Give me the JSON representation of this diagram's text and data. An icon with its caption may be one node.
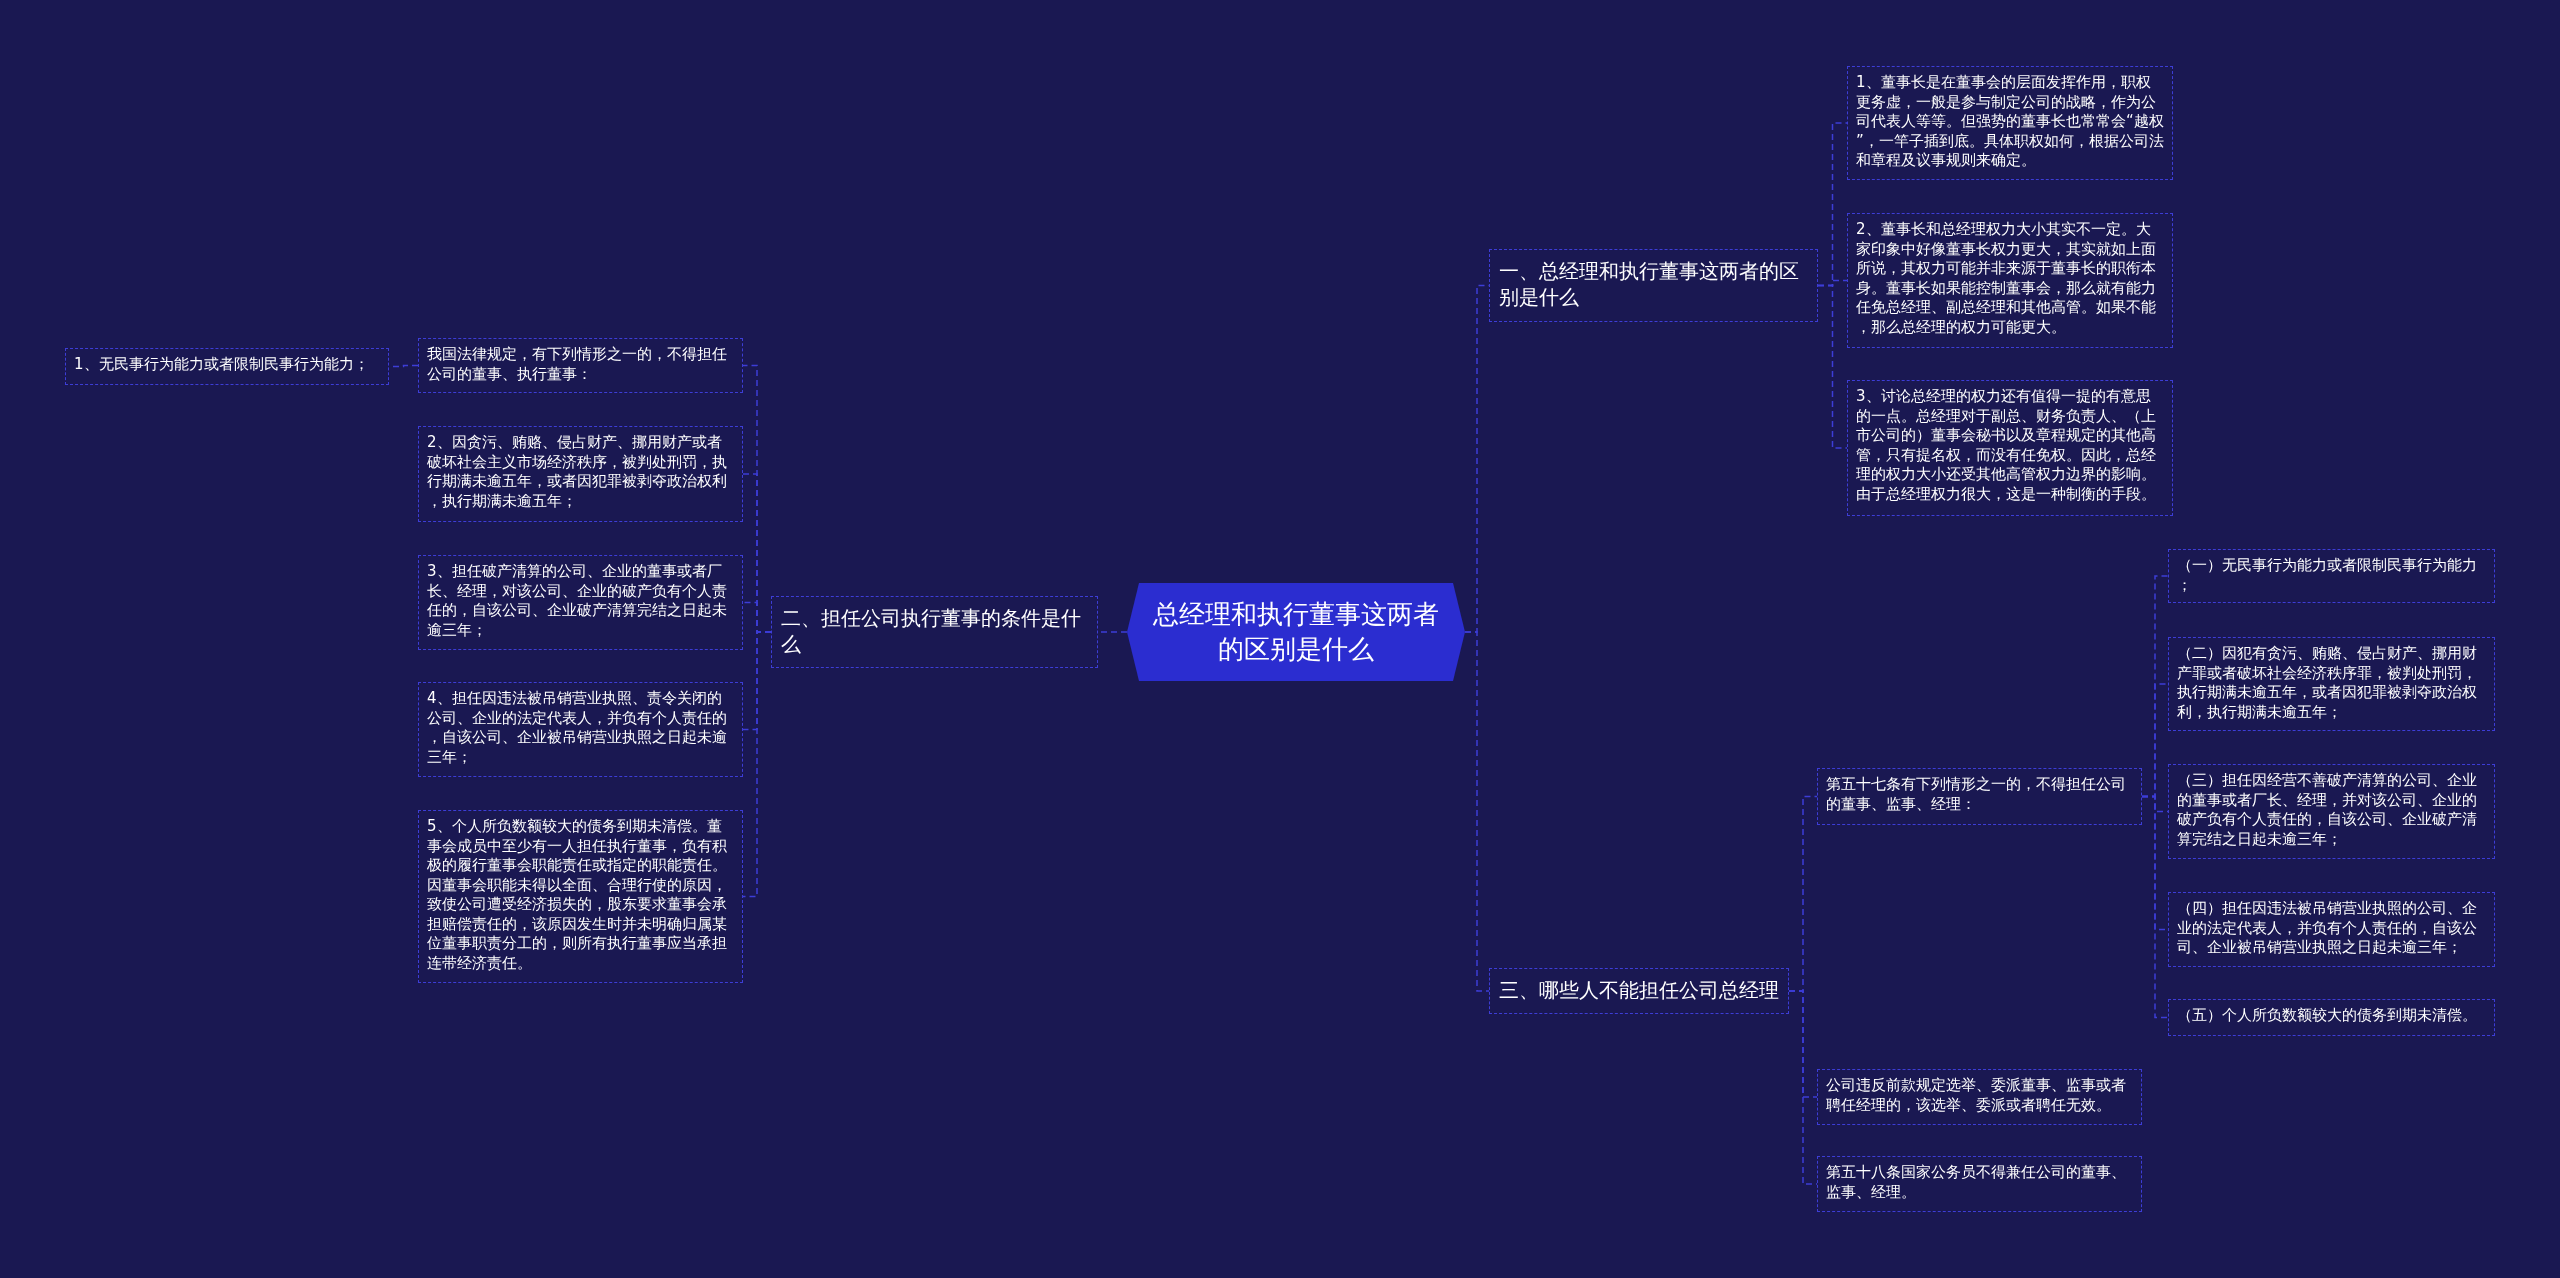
{
  "diagram": {
    "nodes": [
      {
        "text": [
          "总经理和执行董事这两者的区别是什么"
        ]
      },
      {
        "text": [
          "一、总经理和执行董事这两者的区别是什么"
        ]
      },
      {
        "text": [
          "1、董事长是在董事会的层面发挥作用，职权更务虚，一般是参与制定公司的战略，作为公司代表人等等。但强势的董事长也常常会“越权”，一竿子插到底。具体职权如何，根据公司法和章程及议事规则来确定。"
        ]
      },
      {
        "text": [
          "2、董事长和总经理权力大小其实不一定。大家印象中好像董事长权力更大，其实就如上面所说，其权力可能并非来源于董事长的职衔本身。董事长如果能控制董事会，那么就有能力任免总经理、副总经理和其他高管。如果不能，那么总经理的权力可能更大。"
        ]
      },
      {
        "text": [
          "3、讨论总经理的权力还有值得一提的有意思的一点。总经理对于副总、财务负责人、（上市公司的）董事会秘书以及章程规定的其他高管，只有提名权，而没有任免权。因此，总经理的权力大小还受其他高管权力边界的影响。由于总经理权力很大，这是一种制衡的手段。"
        ]
      },
      {
        "text": [
          "二、担任公司执行董事的条件是什么"
        ]
      },
      {
        "text": [
          "我国法律规定，有下列情形之一的，不得担任公司的董事、执行董事："
        ]
      },
      {
        "text": [
          "1、无民事行为能力或者限制民事行为能力；"
        ]
      },
      {
        "text": [
          "2、因贪污、贿赂、侵占财产、挪用财产或者破坏社会主义市场经济秩序，被判处刑罚，执行期满未逾五年，或者因犯罪被剥夺政治权利，执行期满未逾五年；"
        ]
      },
      {
        "text": [
          "3、担任破产清算的公司、企业的董事或者厂长、经理，对该公司、企业的破产负有个人责任的，自该公司、企业破产清算完结之日起未逾三年；"
        ]
      },
      {
        "text": [
          "4、担任因违法被吊销营业执照、责令关闭的公司、企业的法定代表人，并负有个人责任的，自该公司、企业被吊销营业执照之日起未逾三年；"
        ]
      },
      {
        "text": [
          "5、个人所负数额较大的债务到期未清偿。董事会成员中至少有一人担任执行董事，负有积极的履行董事会职能责任或指定的职能责任。因董事会职能未得以全面、合理行使的原因，致使公司遭受经济损失的，股东要求董事会承担赔偿责任的，该原因发生时并未明确归属某位董事职责分工的，则所有执行董事应当承担连带经济责任。"
        ]
      },
      {
        "text": [
          "三、哪些人不能担任公司总经理"
        ]
      },
      {
        "text": [
          "第五十七条有下列情形之一的，不得担任公司的董事、监事、经理："
        ]
      },
      {
        "text": [
          "（一）无民事行为能力或者限制民事行为能力；"
        ]
      },
      {
        "text": [
          "（二）因犯有贪污、贿赂、侵占财产、挪用财产罪或者破坏社会经济秩序罪，被判处刑罚，执行期满未逾五年，或者因犯罪被剥夺政治权利，执行期满未逾五年；"
        ]
      },
      {
        "text": [
          "（三）担任因经营不善破产清算的公司、企业的董事或者厂长、经理，并对该公司、企业的破产负有个人责任的，自该公司、企业破产清算完结之日起未逾三年；"
        ]
      },
      {
        "text": [
          "（四）担任因违法被吊销营业执照的公司、企业的法定代表人，并负有个人责任的，自该公司、企业被吊销营业执照之日起未逾三年；"
        ]
      },
      {
        "text": [
          "（五）个人所负数额较大的债务到期未清偿。"
        ]
      },
      {
        "text": [
          "公司违反前款规定选举、委派董事、监事或者聘任经理的，该选举、委派或者聘任无效。"
        ]
      },
      {
        "text": [
          "第五十八条国家公务员不得兼任公司的董事、监事、经理。"
        ]
      }
    ],
    "edges": [
      {
        "from": 0,
        "to": 1,
        "arrow": "none",
        "style": "dashed"
      },
      {
        "from": 0,
        "to": 5,
        "arrow": "none",
        "style": "dashed"
      },
      {
        "from": 0,
        "to": 12,
        "arrow": "none",
        "style": "dashed"
      },
      {
        "from": 1,
        "to": 2,
        "arrow": "none",
        "style": "dashed"
      },
      {
        "from": 1,
        "to": 3,
        "arrow": "none",
        "style": "dashed"
      },
      {
        "from": 1,
        "to": 4,
        "arrow": "none",
        "style": "dashed"
      },
      {
        "from": 5,
        "to": 6,
        "arrow": "none",
        "style": "dashed"
      },
      {
        "from": 5,
        "to": 8,
        "arrow": "none",
        "style": "dashed"
      },
      {
        "from": 5,
        "to": 9,
        "arrow": "none",
        "style": "dashed"
      },
      {
        "from": 5,
        "to": 10,
        "arrow": "none",
        "style": "dashed"
      },
      {
        "from": 5,
        "to": 11,
        "arrow": "none",
        "style": "dashed"
      },
      {
        "from": 6,
        "to": 7,
        "arrow": "none",
        "style": "dashed"
      },
      {
        "from": 12,
        "to": 13,
        "arrow": "none",
        "style": "dashed"
      },
      {
        "from": 12,
        "to": 19,
        "arrow": "none",
        "style": "dashed"
      },
      {
        "from": 12,
        "to": 20,
        "arrow": "none",
        "style": "dashed"
      },
      {
        "from": 13,
        "to": 14,
        "arrow": "none",
        "style": "dashed"
      },
      {
        "from": 13,
        "to": 15,
        "arrow": "none",
        "style": "dashed"
      },
      {
        "from": 13,
        "to": 16,
        "arrow": "none",
        "style": "dashed"
      },
      {
        "from": 13,
        "to": 17,
        "arrow": "none",
        "style": "dashed"
      },
      {
        "from": 13,
        "to": 18,
        "arrow": "none",
        "style": "dashed"
      }
    ]
  }
}
